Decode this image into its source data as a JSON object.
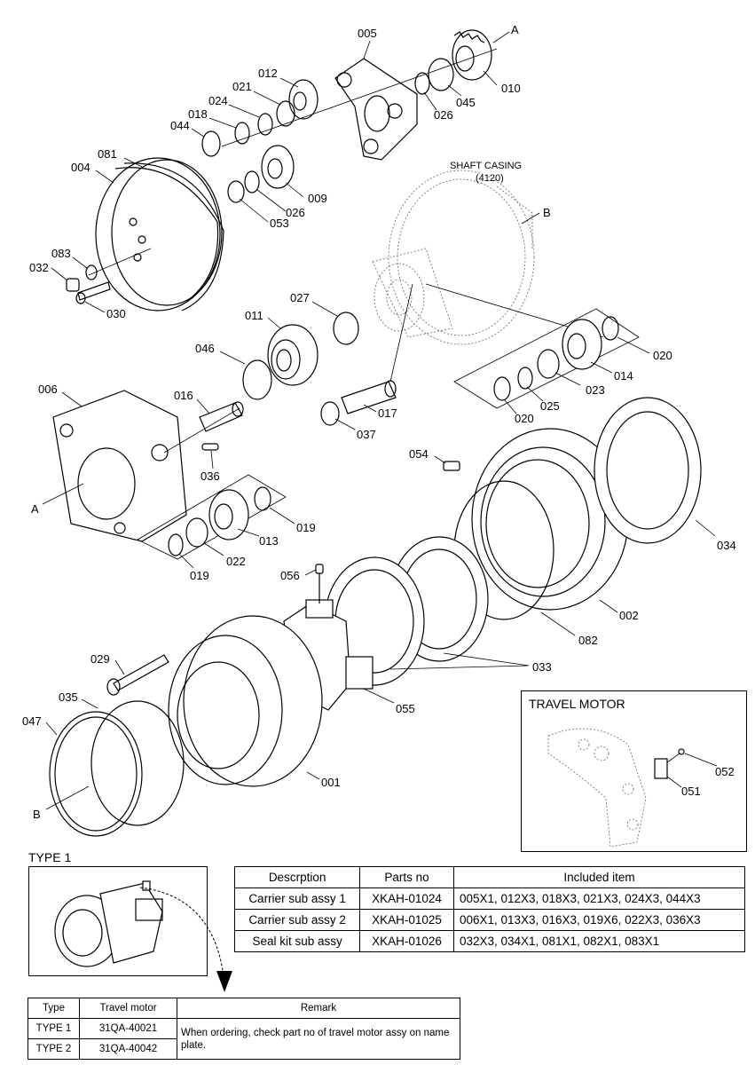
{
  "callouts": {
    "p005": "005",
    "pA_top": "A",
    "p012": "012",
    "p021": "021",
    "p024": "024",
    "p018": "018",
    "p044": "044",
    "p010": "010",
    "p045": "045",
    "p026a": "026",
    "p081": "081",
    "p004": "004",
    "p009": "009",
    "p026b": "026",
    "p053": "053",
    "shaft_casing": "SHAFT CASING",
    "shaft_casing_no": "(4120)",
    "pB_top": "B",
    "p083": "083",
    "p032": "032",
    "p030": "030",
    "p027": "027",
    "p011": "011",
    "p046": "046",
    "p020a": "020",
    "p014": "014",
    "p023": "023",
    "p025": "025",
    "p020b": "020",
    "p006": "006",
    "p016": "016",
    "p017": "017",
    "p037": "037",
    "p036": "036",
    "pA_left": "A",
    "p054": "054",
    "p019a": "019",
    "p013": "013",
    "p022": "022",
    "p019b": "019",
    "p034": "034",
    "p056": "056",
    "p002": "002",
    "p082": "082",
    "p029": "029",
    "p033": "033",
    "p035": "035",
    "p055": "055",
    "p047": "047",
    "p001": "001",
    "pB_left": "B",
    "p052": "052",
    "p051": "051"
  },
  "travel_motor_panel": {
    "title": "TRAVEL MOTOR"
  },
  "type1": {
    "label": "TYPE 1"
  },
  "parts_table": {
    "headers": [
      "Descrption",
      "Parts no",
      "Included item"
    ],
    "rows": [
      [
        "Carrier sub assy 1",
        "XKAH-01024",
        "005X1, 012X3, 018X3, 021X3, 024X3, 044X3"
      ],
      [
        "Carrier sub assy 2",
        "XKAH-01025",
        "006X1, 013X3, 016X3, 019X6, 022X3, 036X3"
      ],
      [
        "Seal kit sub assy",
        "XKAH-01026",
        "032X3, 034X1, 081X1, 082X1, 083X1"
      ]
    ]
  },
  "type_table": {
    "headers": [
      "Type",
      "Travel motor",
      "Remark"
    ],
    "rows": [
      [
        "TYPE 1",
        "31QA-40021"
      ],
      [
        "TYPE 2",
        "31QA-40042"
      ]
    ],
    "remark": "When ordering, check part no of travel motor assy on name plate."
  }
}
